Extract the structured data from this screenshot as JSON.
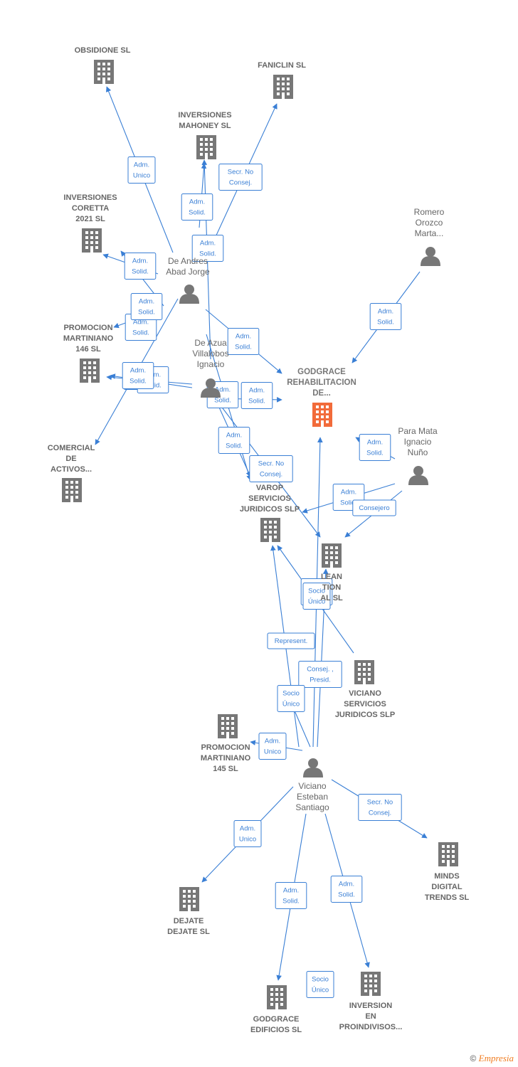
{
  "colors": {
    "edge": "#3a7fd5",
    "node": "#777777",
    "main": "#f26b3a"
  },
  "nodes": [
    {
      "id": "obsidione",
      "type": "company",
      "lines": [
        "OBSIDIONE  SL"
      ],
      "icon": "building-icon"
    },
    {
      "id": "faniclin",
      "type": "company",
      "lines": [
        "FANICLIN SL"
      ],
      "icon": "building-icon"
    },
    {
      "id": "mahoney",
      "type": "company",
      "lines": [
        "INVERSIONES",
        "MAHONEY  SL"
      ],
      "icon": "building-icon"
    },
    {
      "id": "coretta",
      "type": "company",
      "lines": [
        "INVERSIONES",
        "CORETTA",
        "2021  SL"
      ],
      "icon": "building-icon"
    },
    {
      "id": "romero",
      "type": "person",
      "lines": [
        "Romero",
        "Orozco",
        "Marta..."
      ],
      "icon": "person-icon"
    },
    {
      "id": "deandres",
      "type": "person",
      "lines": [
        "De Andres",
        "Abad Jorge"
      ],
      "icon": "person-icon"
    },
    {
      "id": "prom146",
      "type": "company",
      "lines": [
        "PROMOCION",
        "MARTINIANO",
        "146  SL"
      ],
      "icon": "building-icon"
    },
    {
      "id": "deazua",
      "type": "person",
      "lines": [
        "De Azua",
        "Villalobos",
        "Ignacio"
      ],
      "icon": "person-icon"
    },
    {
      "id": "godgrace",
      "type": "main",
      "lines": [
        "GODGRACE",
        "REHABILITACION",
        "DE..."
      ],
      "icon": "building-icon"
    },
    {
      "id": "comercial",
      "type": "company",
      "lines": [
        "COMERCIAL",
        "DE",
        "ACTIVOS..."
      ],
      "icon": "building-icon"
    },
    {
      "id": "paramata",
      "type": "person",
      "lines": [
        "Para Mata",
        "Ignacio",
        "Nuño"
      ],
      "icon": "person-icon"
    },
    {
      "id": "varop",
      "type": "company",
      "lines": [
        "VAROP",
        "SERVICIOS",
        "JURIDICOS  SLP"
      ],
      "icon": "building-icon"
    },
    {
      "id": "lean",
      "type": "company",
      "lines": [
        "LEAN",
        "TION",
        "AL  SL"
      ],
      "icon": "building-icon"
    },
    {
      "id": "vicianoserv",
      "type": "company",
      "lines": [
        "VICIANO",
        "SERVICIOS",
        "JURIDICOS  SLP"
      ],
      "icon": "building-icon"
    },
    {
      "id": "prom145",
      "type": "company",
      "lines": [
        "PROMOCION",
        "MARTINIANO",
        "145  SL"
      ],
      "icon": "building-icon"
    },
    {
      "id": "viciano",
      "type": "person",
      "lines": [
        "Viciano",
        "Esteban",
        "Santiago"
      ],
      "icon": "person-icon"
    },
    {
      "id": "minds",
      "type": "company",
      "lines": [
        "MINDS",
        "DIGITAL",
        "TRENDS  SL"
      ],
      "icon": "building-icon"
    },
    {
      "id": "dejate",
      "type": "company",
      "lines": [
        "DEJATE",
        "DEJATE SL"
      ],
      "icon": "building-icon"
    },
    {
      "id": "edificios",
      "type": "company",
      "lines": [
        "GODGRACE",
        "EDIFICIOS  SL"
      ],
      "icon": "building-icon"
    },
    {
      "id": "proindivisos",
      "type": "company",
      "lines": [
        "INVERSION",
        "EN",
        "PROINDIVISOS..."
      ],
      "icon": "building-icon"
    }
  ],
  "relations": [
    {
      "from": "deandres",
      "to": "obsidione",
      "lines": [
        "Adm.",
        "Unico"
      ]
    },
    {
      "from": "deandres",
      "to": "faniclin",
      "lines": [
        "Secr.  No",
        "Consej."
      ]
    },
    {
      "from": "deandres",
      "to": "mahoney",
      "lines": [
        "Adm.",
        "Solid."
      ]
    },
    {
      "from": "deazua",
      "to": "mahoney",
      "lines": [
        "Adm.",
        "Solid."
      ]
    },
    {
      "from": "deandres",
      "to": "coretta",
      "lines": [
        "Adm.",
        "Solid."
      ]
    },
    {
      "from": "deandres",
      "to": "prom146",
      "lines": [
        "Adm.",
        "Solid."
      ]
    },
    {
      "from": "deazua",
      "to": "coretta",
      "lines": [
        "Adm.",
        "Solid."
      ]
    },
    {
      "from": "romero",
      "to": "godgrace",
      "lines": [
        "Adm.",
        "Solid."
      ]
    },
    {
      "from": "deandres",
      "to": "godgrace",
      "lines": [
        "Adm.",
        "Solid."
      ]
    },
    {
      "from": "deazua",
      "to": "prom146",
      "lines": [
        "Adm.",
        "Unico"
      ]
    },
    {
      "from": "deazua",
      "to": "prom146",
      "lines": [
        "Adm.",
        "Solid."
      ]
    },
    {
      "from": "deazua",
      "to": "godgrace",
      "lines": [
        "Adm.",
        "Solid."
      ]
    },
    {
      "from": "deandres",
      "to": "varop",
      "lines": [
        "Adm.",
        "Solid."
      ]
    },
    {
      "from": "deandres",
      "to": "varop",
      "lines": [
        "Adm.",
        "Solid."
      ]
    },
    {
      "from": "deazua",
      "to": "lean",
      "lines": [
        "Secr.  No",
        "Consej."
      ]
    },
    {
      "from": "deandres",
      "to": "comercial",
      "lines": [
        "Adm.",
        "Solid."
      ]
    },
    {
      "from": "paramata",
      "to": "godgrace",
      "lines": [
        "Adm.",
        "Solid."
      ]
    },
    {
      "from": "paramata",
      "to": "varop",
      "lines": [
        "Adm.",
        "Solid."
      ]
    },
    {
      "from": "paramata",
      "to": "lean",
      "lines": [
        "Consejero"
      ]
    },
    {
      "from": "viciano",
      "to": "godgrace",
      "lines": [
        "Adm.",
        "Solid."
      ]
    },
    {
      "from": "viciano",
      "to": "varop",
      "lines": [
        "Represent."
      ]
    },
    {
      "from": "vicianoserv",
      "to": "varop",
      "lines": [
        "Consej. ,",
        "Presid."
      ]
    },
    {
      "from": "viciano",
      "to": "lean",
      "lines": [
        "Socio",
        "Único"
      ]
    },
    {
      "from": "viciano",
      "to": "prom145",
      "lines": [
        "Adm.",
        "Unico"
      ]
    },
    {
      "from": "viciano",
      "to": "vicianoserv",
      "lines": [
        "Socio",
        "Único"
      ]
    },
    {
      "from": "viciano",
      "to": "minds",
      "lines": [
        "Secr.  No",
        "Consej."
      ]
    },
    {
      "from": "viciano",
      "to": "dejate",
      "lines": [
        "Adm.",
        "Unico"
      ]
    },
    {
      "from": "viciano",
      "to": "edificios",
      "lines": [
        "Adm.",
        "Solid."
      ]
    },
    {
      "from": "viciano",
      "to": "proindivisos",
      "lines": [
        "Adm.",
        "Solid."
      ]
    },
    {
      "from": "proindivisos",
      "to": "edificios",
      "lines": [
        "Socio",
        "Único"
      ]
    }
  ],
  "footer": {
    "copyright": "©",
    "brand": "Empresia"
  }
}
